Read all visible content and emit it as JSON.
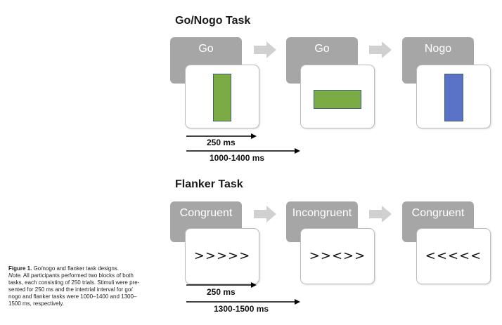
{
  "gonogo": {
    "title": "Go/Nogo Task",
    "trials": [
      {
        "label": "Go",
        "stimulus": "vertical-green-rectangle",
        "color": "#7aab45"
      },
      {
        "label": "Go",
        "stimulus": "horizontal-green-rectangle",
        "color": "#7aab45"
      },
      {
        "label": "Nogo",
        "stimulus": "vertical-blue-rectangle",
        "color": "#5b73c6"
      }
    ],
    "stim_duration": "250 ms",
    "iti": "1000-1400 ms"
  },
  "flanker": {
    "title": "Flanker Task",
    "trials": [
      {
        "label": "Congruent",
        "stimulus": ">>>>>"
      },
      {
        "label": "Incongruent",
        "stimulus": ">><>>"
      },
      {
        "label": "Congruent",
        "stimulus": "<<<<<"
      }
    ],
    "stim_duration": "250 ms",
    "iti": "1300-1500 ms"
  },
  "caption": {
    "lead": "Figure 1.",
    "title": "Go/nogo and flanker task designs.",
    "note_label": "Note.",
    "note_lines": [
      "All participants performed two blocks of both",
      "tasks, each consisting of 250 trials. Stimuli were pre-",
      "sented for 250 ms and the intertrial interval for go/",
      "nogo and flanker tasks were 1000–1400 and 1300–",
      "1500 ms, respectively."
    ]
  },
  "colors": {
    "label_box": "#a6a6a6",
    "transition_arrow": "#d0d0d0",
    "stim_border": "#4a5a6a"
  }
}
